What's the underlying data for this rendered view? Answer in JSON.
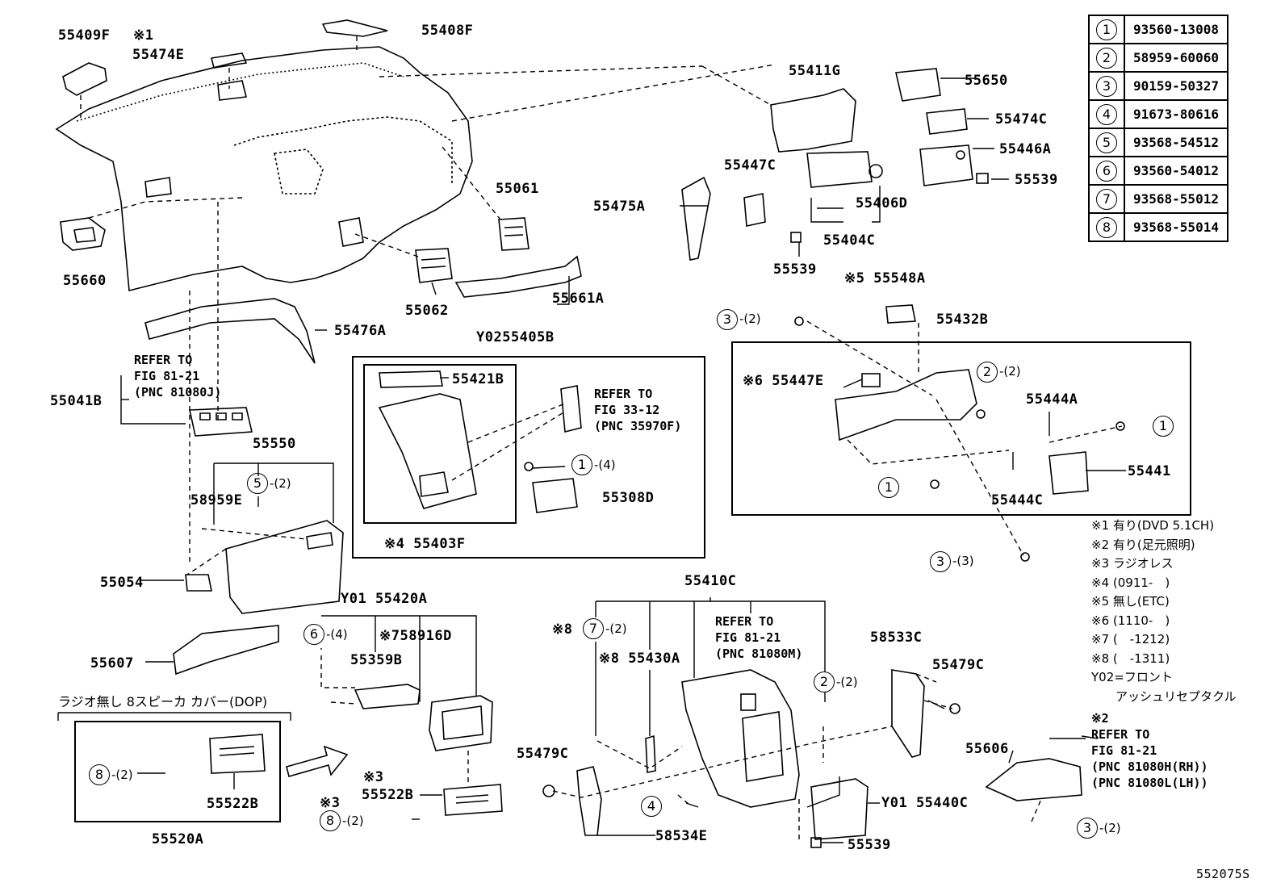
{
  "legend": [
    {
      "num": "1",
      "part": "93560-13008"
    },
    {
      "num": "2",
      "part": "58959-60060"
    },
    {
      "num": "3",
      "part": "90159-50327"
    },
    {
      "num": "4",
      "part": "91673-80616"
    },
    {
      "num": "5",
      "part": "93568-54512"
    },
    {
      "num": "6",
      "part": "93560-54012"
    },
    {
      "num": "7",
      "part": "93568-55012"
    },
    {
      "num": "8",
      "part": "93568-55014"
    }
  ],
  "labels": {
    "p55409F": "55409F",
    "m1": "※1",
    "p55474E": "55474E",
    "p55408F": "55408F",
    "p55660": "55660",
    "p55476A": "55476A",
    "p55041B": "55041B",
    "p55550": "55550",
    "p58959E": "58959E",
    "p55054": "55054",
    "p55607": "55607",
    "p55061": "55061",
    "p55062": "55062",
    "p55661A": "55661A",
    "p55411G": "55411G",
    "p55650": "55650",
    "p55474C": "55474C",
    "p55446A": "55446A",
    "p55539a": "55539",
    "p55447C": "55447C",
    "p55475A": "55475A",
    "p55406D": "55406D",
    "p55404C": "55404C",
    "p55539b": "55539",
    "p55548A": "※5 55548A",
    "p55432B": "55432B",
    "p55447E": "※6 55447E",
    "p55444A": "55444A",
    "p55441": "55441",
    "p55444C": "55444C",
    "p55405B": "Y0255405B",
    "p55421B": "55421B",
    "p55403F": "※4 55403F",
    "p55308D": "55308D",
    "p55410C": "55410C",
    "p55430A": "※8 55430A",
    "p58533C": "58533C",
    "p55479Ca": "55479C",
    "p55479Cb": "55479C",
    "p58534E": "58534E",
    "p55440C": "Y01 55440C",
    "p55539c": "55539",
    "p55606": "55606",
    "p55420A": "Y01 55420A",
    "p58916D": "※758916D",
    "p55359B": "55359B",
    "p55522Ba": "55522B",
    "p55522Bb": "55522B",
    "m3a": "※3",
    "m3b": "※3",
    "p55520A": "55520A",
    "radio_cover": "ラジオ無し 8スピーカ カバー(DOP)",
    "m8": "※8",
    "fig_code": "552075S"
  },
  "refs": {
    "r1": "REFER TO\nFIG 81-21\n(PNC 81080J)",
    "r2": "REFER TO\nFIG 33-12\n(PNC 35970F)",
    "r3": "REFER TO\nFIG 81-21\n(PNC 81080M)",
    "r4": "※2\nREFER TO\nFIG 81-21\n(PNC 81080H(RH))\n(PNC 81080L(LH))"
  },
  "qty": {
    "q3a": "-(2)",
    "q2a": "-(2)",
    "q1a": "",
    "q1b": "",
    "q3b": "-(3)",
    "q5": "-(2)",
    "q1c": "-(4)",
    "q6": "-(4)",
    "q7": "-(2)",
    "q2b": "-(2)",
    "q4": "",
    "q3c": "-(2)",
    "q8a": "-(2)",
    "q8b": "-(2)"
  },
  "notes": [
    "※1 有り(DVD 5.1CH)",
    "※2 有り(足元照明)",
    "※3 ラジオレス",
    "※4 (0911-　)",
    "※5 無し(ETC)",
    "※6 (1110-　)",
    "※7 (　-1212)",
    "※8 (　-1311)",
    "Y02=フロント",
    "　　アッシュリセプタクル"
  ]
}
